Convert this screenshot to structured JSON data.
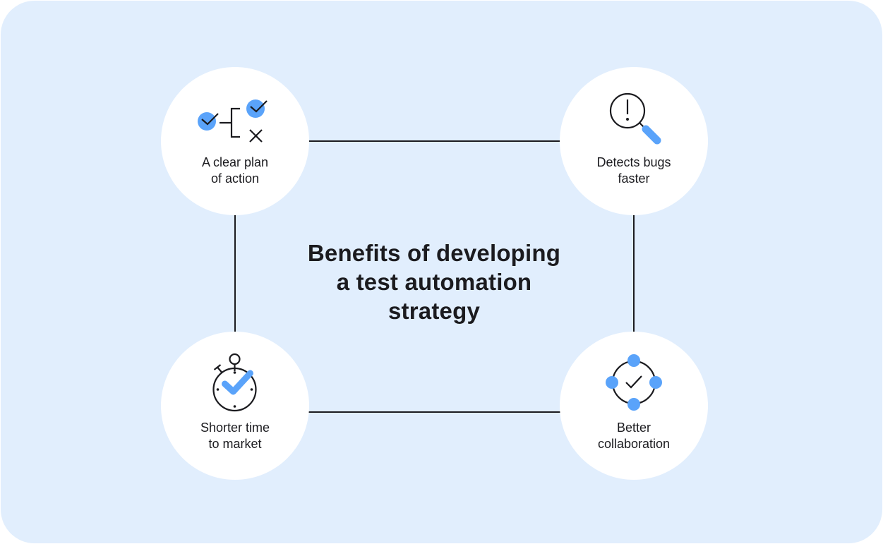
{
  "diagram": {
    "title": "Benefits of developing\na test automation\nstrategy",
    "colors": {
      "background": "#e1eefd",
      "node_fill": "#ffffff",
      "accent": "#5aa3fa",
      "line": "#1b1b1f",
      "text": "#1b1b1f"
    },
    "nodes": [
      {
        "position": "top-left",
        "icon": "decision-tree-check-icon",
        "label": "A clear plan\nof action"
      },
      {
        "position": "top-right",
        "icon": "magnifier-alert-icon",
        "label": "Detects bugs\nfaster"
      },
      {
        "position": "bottom-left",
        "icon": "stopwatch-check-icon",
        "label": "Shorter time\nto market"
      },
      {
        "position": "bottom-right",
        "icon": "collaboration-check-icon",
        "label": "Better\ncollaboration"
      }
    ],
    "connections": [
      [
        "top-left",
        "top-right"
      ],
      [
        "top-right",
        "bottom-right"
      ],
      [
        "bottom-right",
        "bottom-left"
      ],
      [
        "bottom-left",
        "top-left"
      ]
    ]
  }
}
